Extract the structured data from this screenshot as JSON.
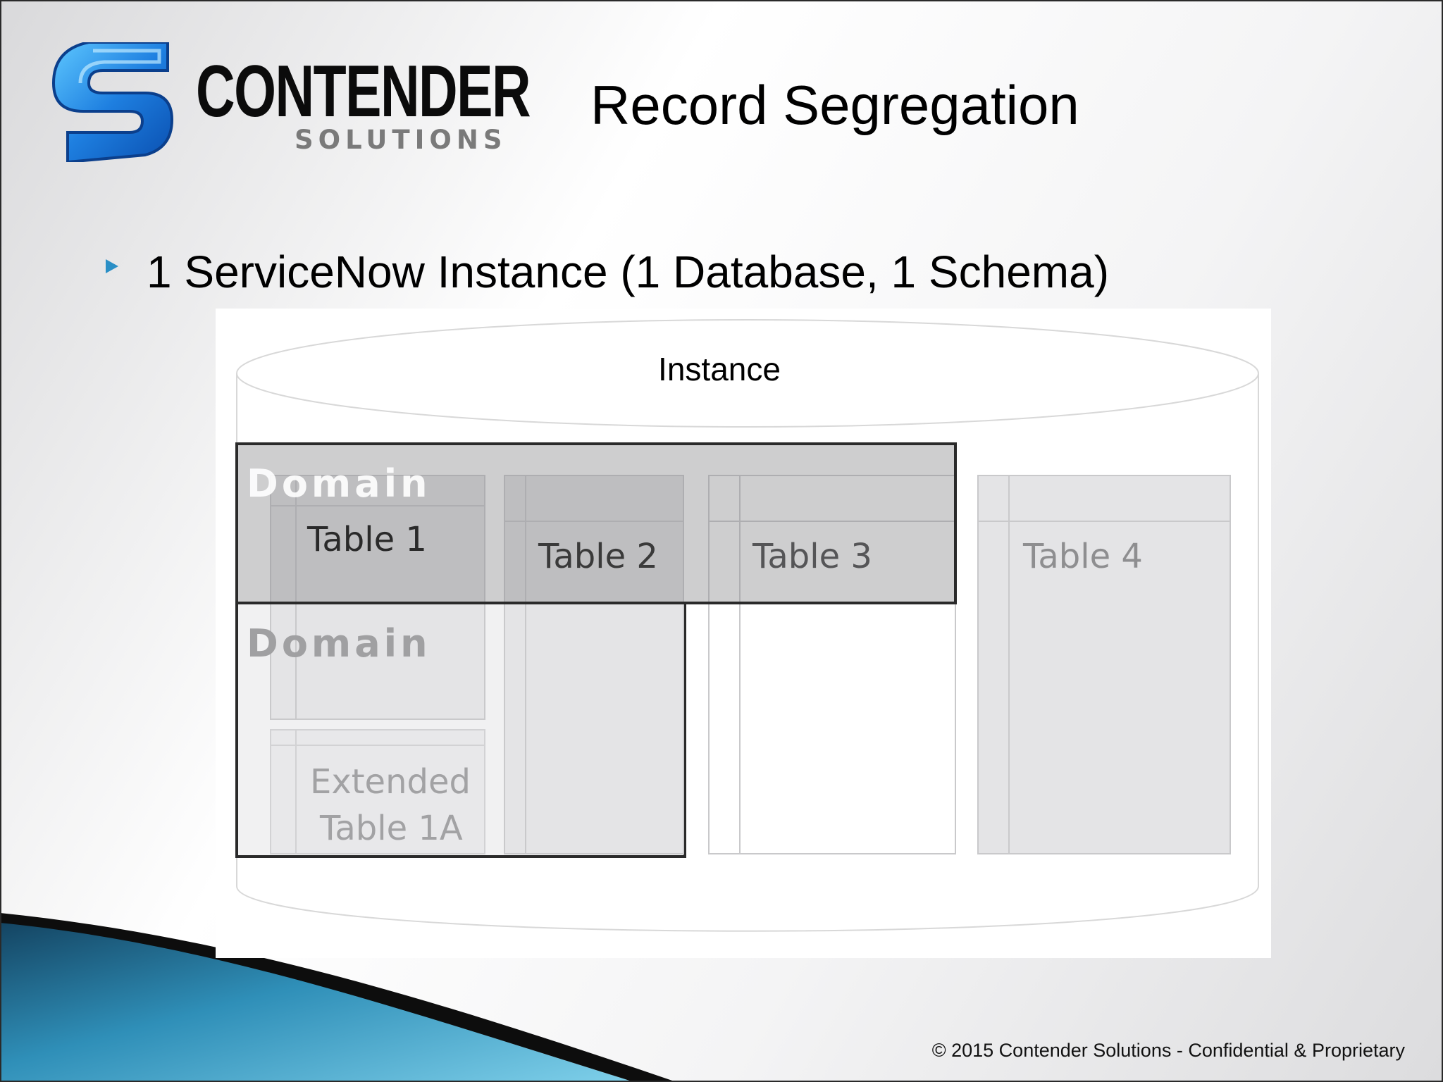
{
  "logo": {
    "brand": "CONTENDER",
    "tagline": "SOLUTIONS"
  },
  "slide": {
    "title": "Record Segregation"
  },
  "bullets": [
    {
      "text": "1 ServiceNow Instance (1 Database, 1 Schema)"
    }
  ],
  "diagram": {
    "instance_label": "Instance",
    "domains": [
      {
        "label": "Domain"
      },
      {
        "label": "Domain"
      }
    ],
    "tables": [
      {
        "label": "Table 1"
      },
      {
        "label": "Table 2"
      },
      {
        "label": "Table 3"
      },
      {
        "label": "Table 4"
      }
    ],
    "extended_table": {
      "line1": "Extended",
      "line2": "Table 1A"
    }
  },
  "footer": {
    "text": "© 2015 Contender Solutions - Confidential & Proprietary"
  },
  "colors": {
    "accent": "#2a8fc6",
    "logo_blue": "#1e7fe0",
    "domain_fill": "#a9a9ab",
    "table_fill": "#e4e4e6"
  }
}
